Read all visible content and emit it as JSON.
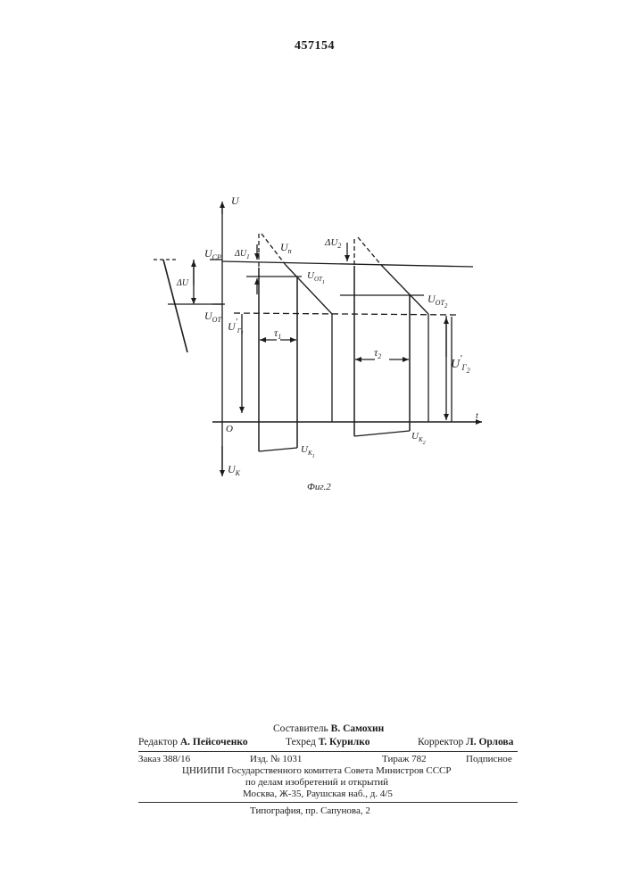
{
  "document": {
    "patent_number": "457154"
  },
  "figure": {
    "caption": "Фиг.2",
    "labels": {
      "U": "U",
      "Ucp": "U",
      "Ucp_sub": "CP",
      "dU": "ΔU",
      "Uot": "U",
      "Uot_sub": "OT",
      "dU1": "ΔU",
      "dU1_sub": "1",
      "Un": "U",
      "Un_sub": "п",
      "Uot1": "U",
      "Uot1_sub": "OT",
      "Uot1_sub2": "1",
      "dU2": "ΔU",
      "dU2_sub": "2",
      "Uot2": "U",
      "Uot2_sub": "OT",
      "Uot2_sub2": "2",
      "Ur1": "U",
      "Ur1_sub": "Г",
      "Ur1_sub2": "1",
      "Ur1_prime": "′",
      "tau1": "τ",
      "tau1_sub": "1",
      "tau2": "τ",
      "tau2_sub": "2",
      "Ur2": "U",
      "Ur2_sub": "Г",
      "Ur2_sub2": "2",
      "Ur2_prime": "′",
      "t": "t",
      "O": "O",
      "Uk1": "U",
      "Uk1_sub": "К",
      "Uk1_sub2": "1",
      "Uk2": "U",
      "Uk2_sub": "К",
      "Uk2_sub2": "2",
      "Uk": "U",
      "Uk_sub": "К"
    }
  },
  "footer": {
    "compiler_label": "Составитель",
    "compiler_name": "В. Самохин",
    "editor_label": "Редактор",
    "editor_name": "А. Пейсоченко",
    "techred_label": "Техред",
    "techred_name": "Т. Курилко",
    "corrector_label": "Корректор",
    "corrector_name": "Л. Орлова",
    "order": "Заказ  388/16",
    "edition": "Изд.  №  1031",
    "circulation": "Тираж  782",
    "subscription": "Подписное",
    "institute_line1": "ЦНИИПИ Государственного комитета Совета Министров СССР",
    "institute_line2": "по делам изобретений и открытий",
    "address": "Москва, Ж-35, Раушская наб., д. 4/5",
    "typography": "Типография, пр. Сапунова, 2"
  }
}
